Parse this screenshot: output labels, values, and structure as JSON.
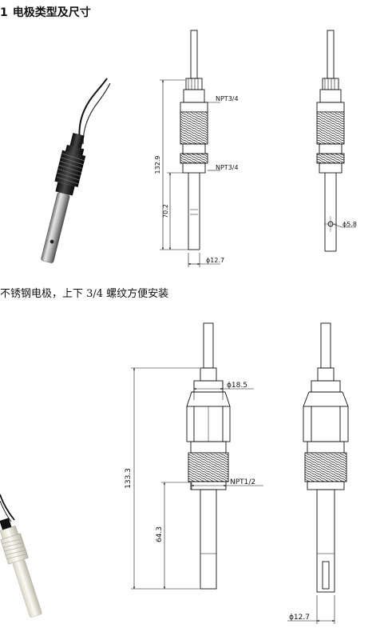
{
  "section": {
    "number": "1",
    "title": "电极类型及尺寸"
  },
  "caption": "不锈钢电极，上下 3/4 螺纹方便安装",
  "drawing1": {
    "thread_top": "NPT3/4",
    "thread_bottom": "NPT3/4",
    "length_total": "132.9",
    "length_probe": "70.2",
    "diameter_probe": "ϕ12.7",
    "diameter_hole": "ϕ5.8"
  },
  "drawing2": {
    "diameter_top": "ϕ18.5",
    "thread": "NPT1/2",
    "length_total": "133.3",
    "length_probe": "64.3",
    "diameter_probe": "ϕ12.7"
  }
}
